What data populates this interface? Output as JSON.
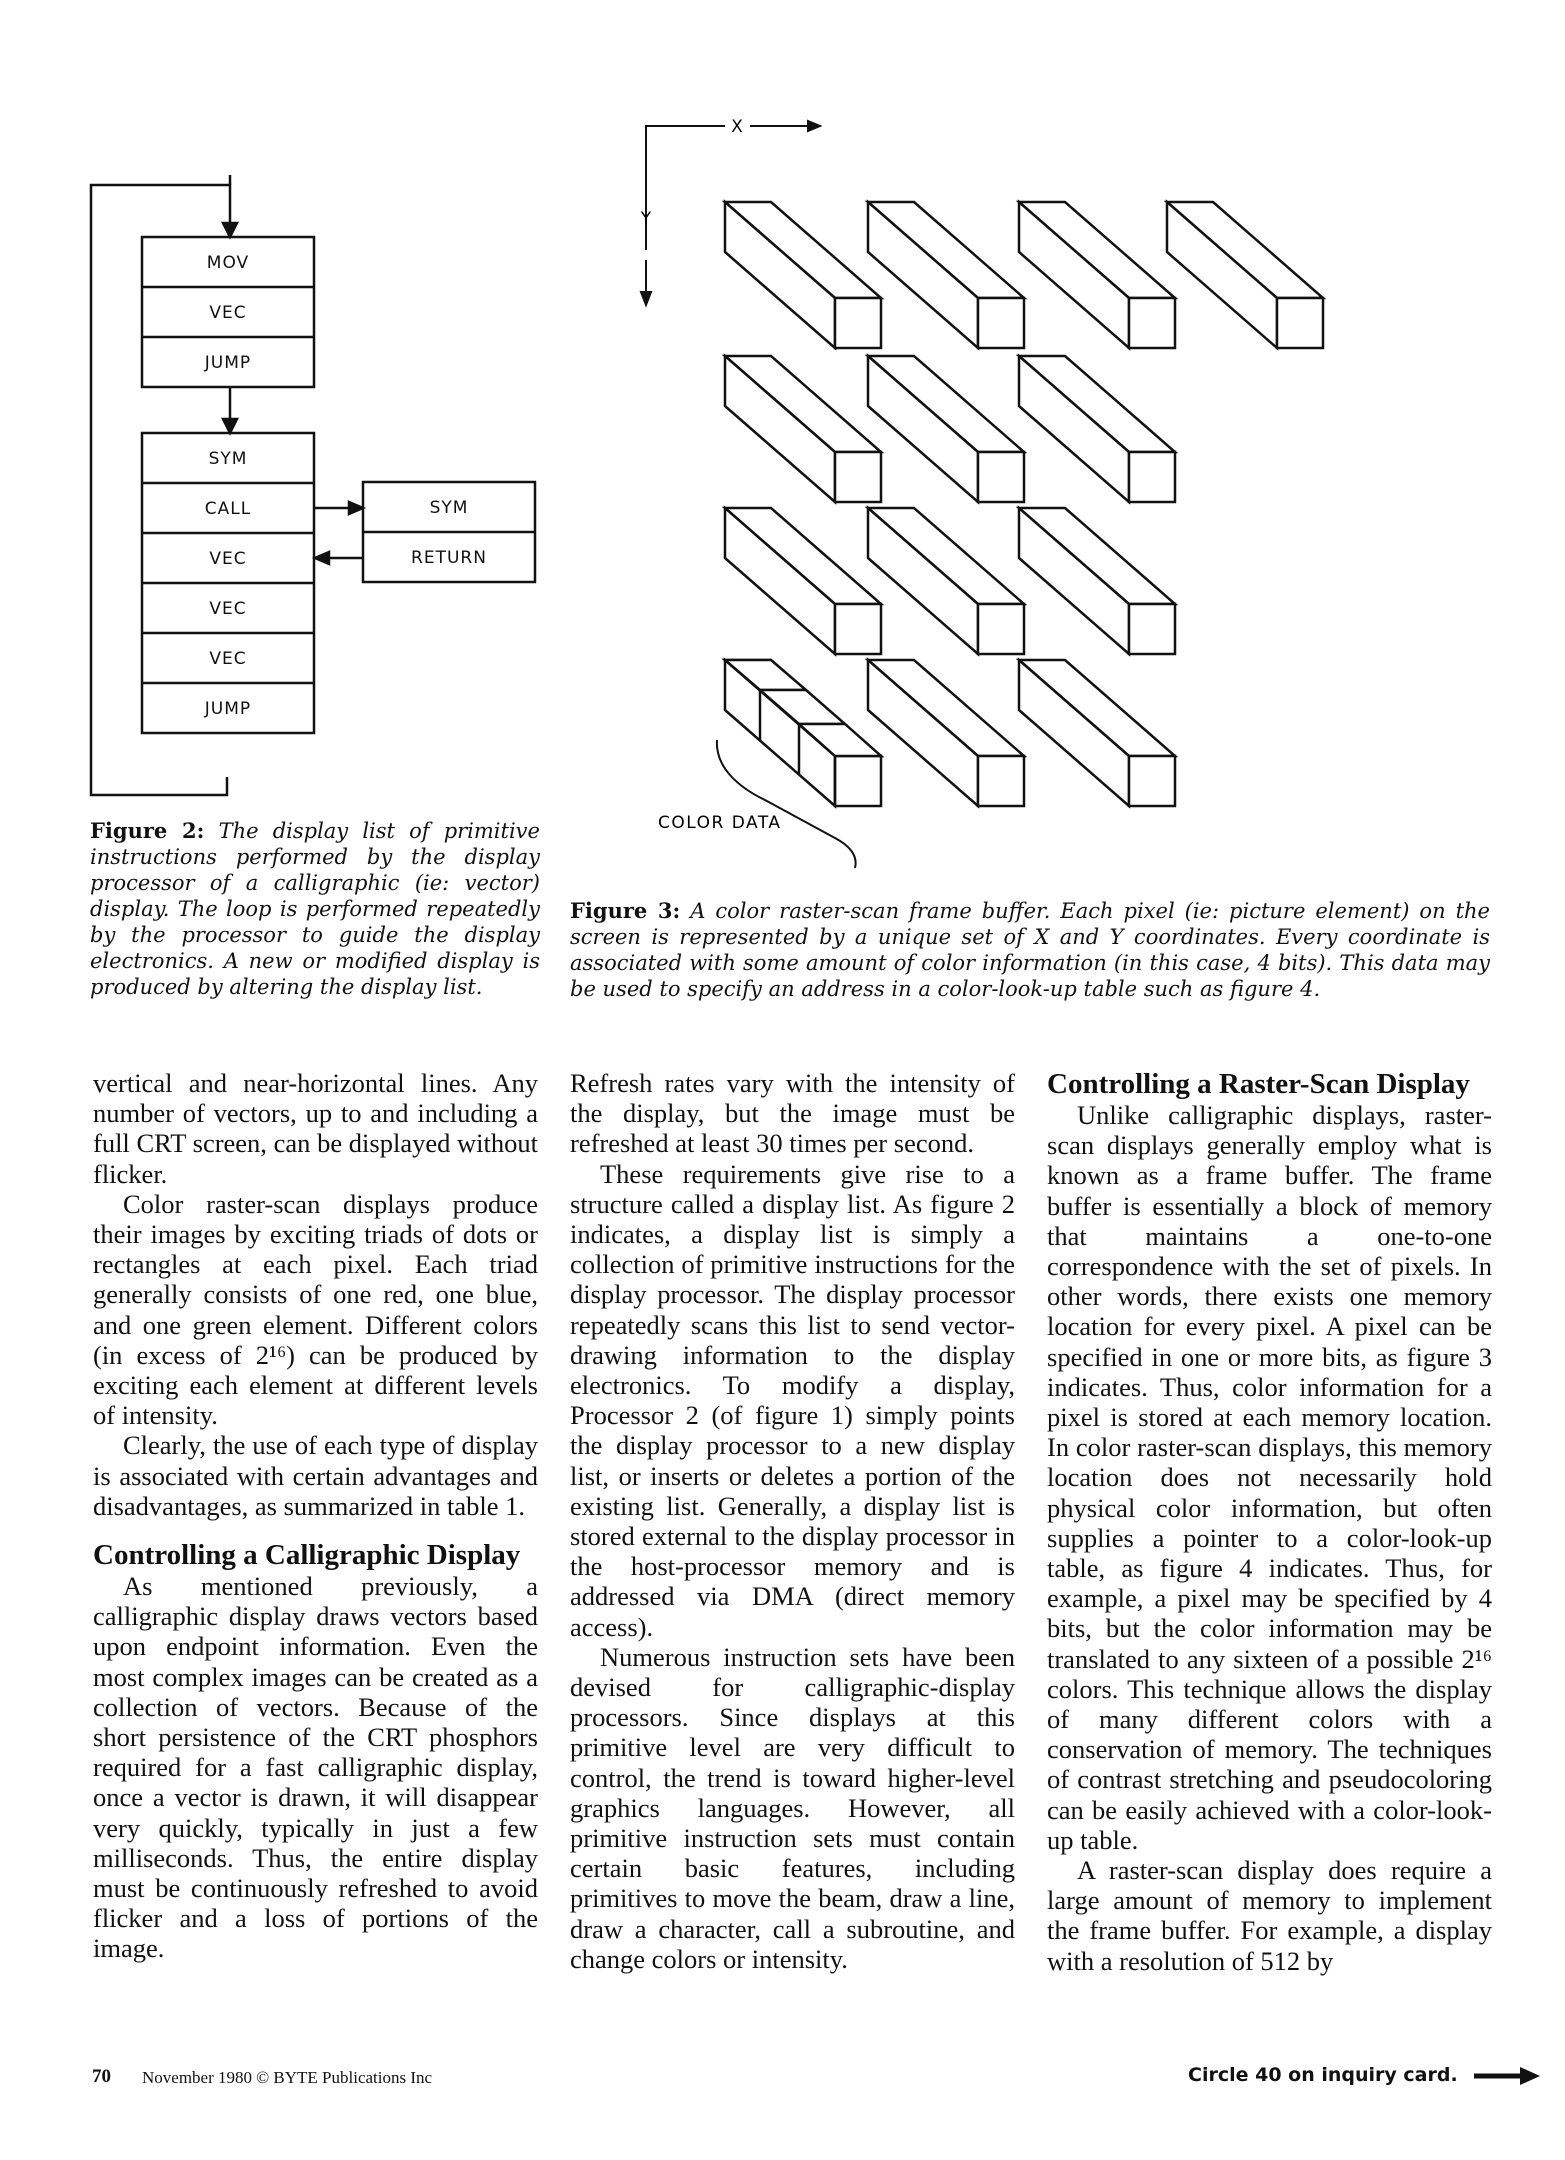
{
  "figure2": {
    "blocks": {
      "main1": [
        "MOV",
        "VEC",
        "JUMP"
      ],
      "main2": [
        "SYM",
        "CALL",
        "VEC",
        "VEC",
        "VEC",
        "JUMP"
      ],
      "sub": [
        "SYM",
        "RETURN"
      ]
    },
    "caption_label": "Figure 2:",
    "caption_text": "The display list of primitive instructions performed by the display processor of a calligraphic (ie: vector) display. The loop is performed repeatedly by the processor to guide the display electronics. A new or modified display is produced by altering the display list."
  },
  "figure3": {
    "x_label": "X",
    "y_label": "Y",
    "color_data_label": "COLOR DATA",
    "caption_label": "Figure 3:",
    "caption_text": "A color raster-scan frame buffer. Each pixel (ie: picture element) on the screen is represented by a unique set of X and Y coordinates. Every coordinate is associated with some amount of color information (in this case, 4 bits). This data may be used to specify an address in a color-look-up table such as figure 4."
  },
  "article": {
    "col1_p1": "vertical and near-horizontal lines. Any number of vectors, up to and including a full CRT screen, can be displayed without flicker.",
    "col1_p2": "Color raster-scan displays produce their images by exciting triads of dots or rectangles at each pixel. Each triad generally consists of one red, one blue, and one green element. Different colors (in excess of 2¹⁶) can be produced by exciting each element at different levels of intensity.",
    "col1_p3": "Clearly, the use of each type of display is associated with certain advantages and disadvantages, as summarized in table 1.",
    "heading1": "Controlling a Calligraphic Display",
    "col1_p4": "As mentioned previously, a calligraphic display draws vectors based upon endpoint information. Even the most complex images can be created as a collection of vectors. Because of the short persistence of the CRT phosphors required for a fast calligraphic display, once a vector is drawn, it will disappear very quickly, typically in just a few milliseconds. Thus, the entire display must be continuously refreshed to avoid flicker and a loss of portions of the image.",
    "col2_p1": "Refresh rates vary with the intensity of the display, but the image must be refreshed at least 30 times per second.",
    "col2_p2": "These requirements give rise to a structure called a display list. As figure 2 indicates, a display list is simply a collection of primitive instructions for the display processor. The display processor repeatedly scans this list to send vector-drawing information to the display electronics. To modify a display, Processor 2 (of figure 1) simply points the display processor to a new display list, or inserts or deletes a portion of the existing list. Generally, a display list is stored external to the display processor in the host-processor memory and is addressed via DMA (direct memory access).",
    "col2_p3": "Numerous instruction sets have been devised for calligraphic-display processors. Since displays at this primitive level are very difficult to control, the trend is toward higher-level graphics languages. However, all primitive instruction sets must contain certain basic features, including primitives to move the beam, draw a line, draw a character, call a subroutine, and change colors or intensity.",
    "heading2": "Controlling a Raster-Scan Display",
    "col3_p1": "Unlike calligraphic displays, raster-scan displays generally employ what is known as a frame buffer. The frame buffer is essentially a block of memory that maintains a one-to-one correspondence with the set of pixels. In other words, there exists one memory location for every pixel. A pixel can be specified in one or more bits, as figure 3 indicates. Thus, color information for a pixel is stored at each memory location. In color raster-scan displays, this memory location does not necessarily hold physical color information, but often supplies a pointer to a color-look-up table, as figure 4 indicates. Thus, for example, a pixel may be specified by 4 bits, but the color information may be translated to any sixteen of a possible 2¹⁶ colors. This technique allows the display of many different colors with a conservation of memory. The techniques of contrast stretching and pseudocoloring can be easily achieved with a color-look-up table.",
    "col3_p2": "A raster-scan display does require a large amount of memory to implement the frame buffer. For example, a display with a resolution of 512 by"
  },
  "footer": {
    "page_number": "70",
    "publication": "November 1980 © BYTE Publications Inc",
    "inquiry": "Circle 40 on inquiry card."
  }
}
